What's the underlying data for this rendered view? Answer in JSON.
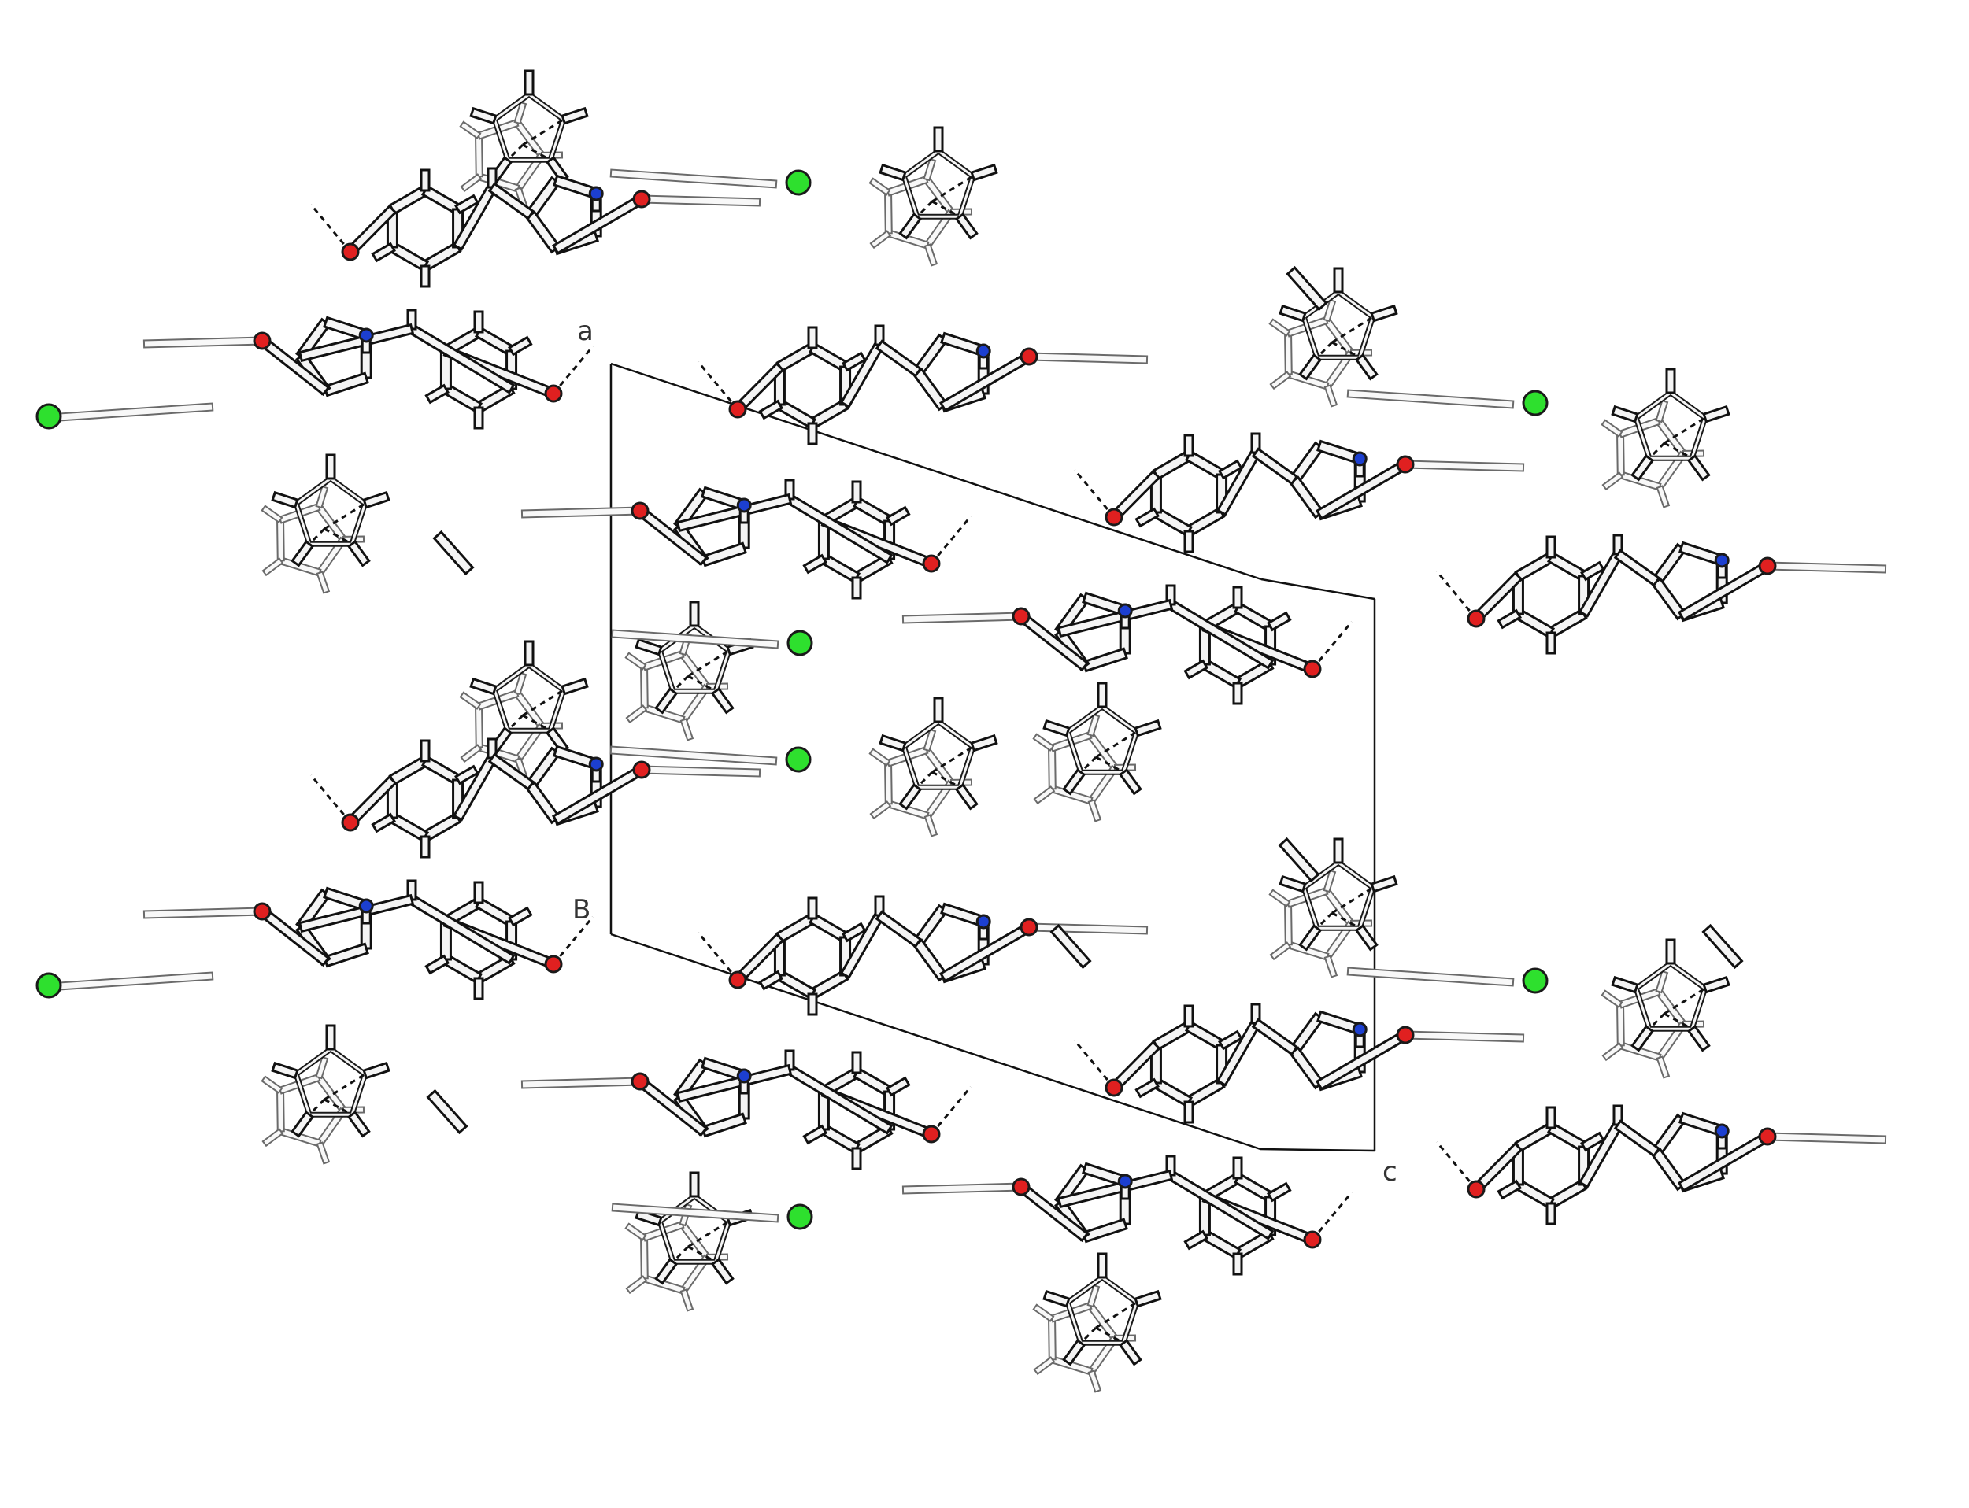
{
  "figure": {
    "axis_labels": {
      "a": "a",
      "b": "B",
      "c": "c"
    },
    "colors": {
      "background": "#ffffff",
      "bond_outline": "#111111",
      "bond_fill": "#f4f4f4",
      "oxygen": "#e02020",
      "nitrogen": "#1c3fd0",
      "chlorine": "#2ee02e",
      "cell_line": "#111111"
    }
  }
}
